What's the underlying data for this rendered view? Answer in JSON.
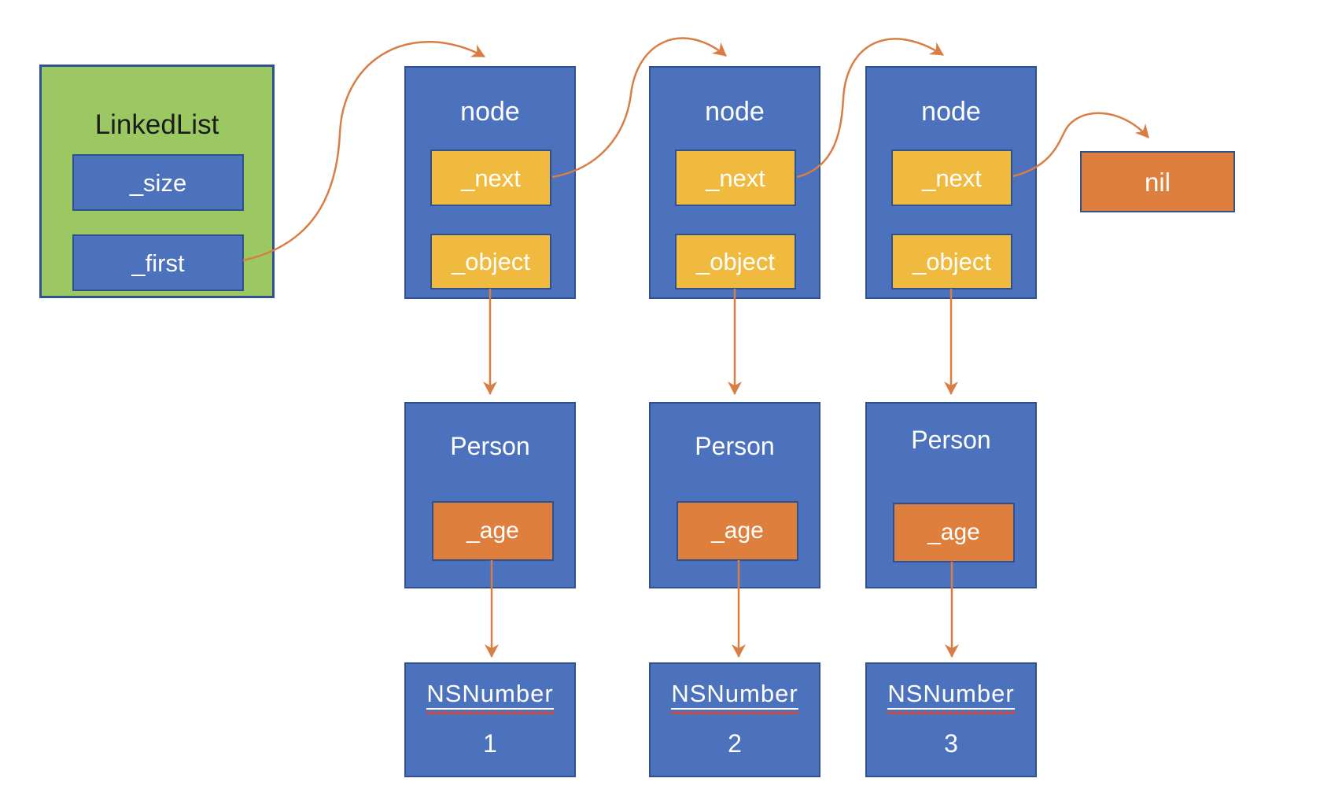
{
  "colors": {
    "green": "#9bc862",
    "blue": "#4c72be",
    "yellow": "#efba3d",
    "orange": "#de7f3e",
    "border": "#2f528f",
    "arrow": "#d87e45",
    "squiggle": "#ce4b42",
    "title-text": "#1b1b1b",
    "box-text": "#ffffff"
  },
  "linkedlist": {
    "title": "LinkedList",
    "fields": [
      "_size",
      "_first"
    ]
  },
  "nodes": [
    {
      "title": "node",
      "fields": [
        "_next",
        "_object"
      ]
    },
    {
      "title": "node",
      "fields": [
        "_next",
        "_object"
      ]
    },
    {
      "title": "node",
      "fields": [
        "_next",
        "_object"
      ]
    }
  ],
  "nil_box": {
    "label": "nil"
  },
  "persons": [
    {
      "title": "Person",
      "fields": [
        "_age"
      ]
    },
    {
      "title": "Person",
      "fields": [
        "_age"
      ]
    },
    {
      "title": "Person",
      "fields": [
        "_age"
      ]
    }
  ],
  "numbers": [
    {
      "title": "NSNumber",
      "value": "1"
    },
    {
      "title": "NSNumber",
      "value": "2"
    },
    {
      "title": "NSNumber",
      "value": "3"
    }
  ],
  "edges": [
    "LinkedList._first -> node1",
    "node1._next -> node2",
    "node2._next -> node3",
    "node3._next -> nil",
    "node1._object -> Person1",
    "node2._object -> Person2",
    "node3._object -> Person3",
    "Person1._age -> NSNumber1",
    "Person2._age -> NSNumber2",
    "Person3._age -> NSNumber3"
  ]
}
